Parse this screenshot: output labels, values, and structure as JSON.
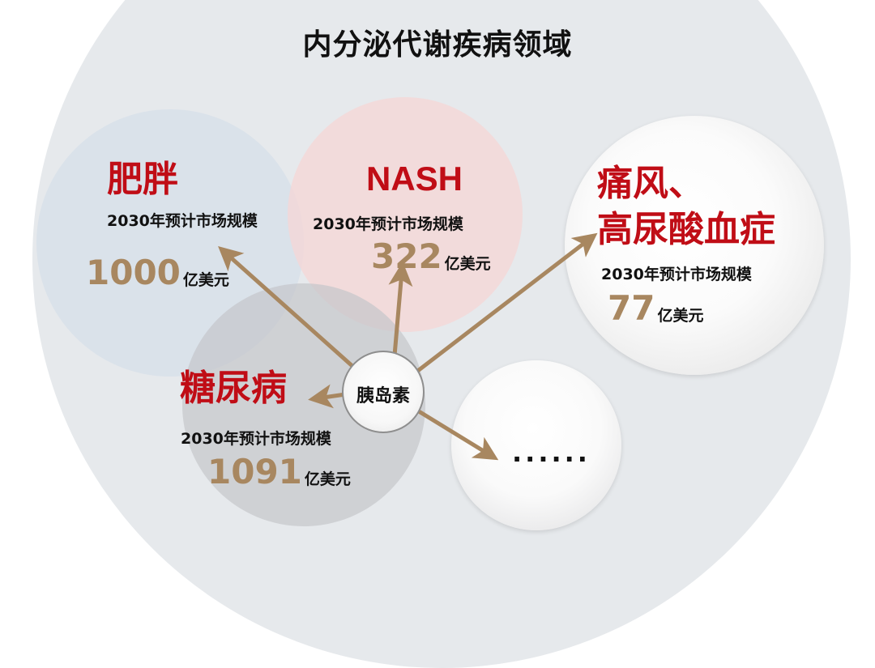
{
  "title": "内分泌代谢疾病领域",
  "center_node": {
    "label": "胰岛素"
  },
  "market_label": "2030年预计市场规模",
  "unit": "亿美元",
  "diseases": [
    {
      "id": "obesity",
      "name": "肥胖",
      "market_size": "1000",
      "unit": "亿美元"
    },
    {
      "id": "nash",
      "name": "NASH",
      "market_size": "322",
      "unit": "亿美元"
    },
    {
      "id": "gout",
      "name_line1": "痛风、",
      "name_line2": "高尿酸血症",
      "market_size": "77",
      "unit": "亿美元"
    },
    {
      "id": "diabetes",
      "name": "糖尿病",
      "market_size": "1091",
      "unit": "亿美元"
    }
  ],
  "more_node": {
    "label": "......"
  },
  "colors": {
    "disease_name": "#c00d16",
    "market_number": "#a88760",
    "arrow": "#a88760",
    "background_circle": "#e6e9ec"
  }
}
